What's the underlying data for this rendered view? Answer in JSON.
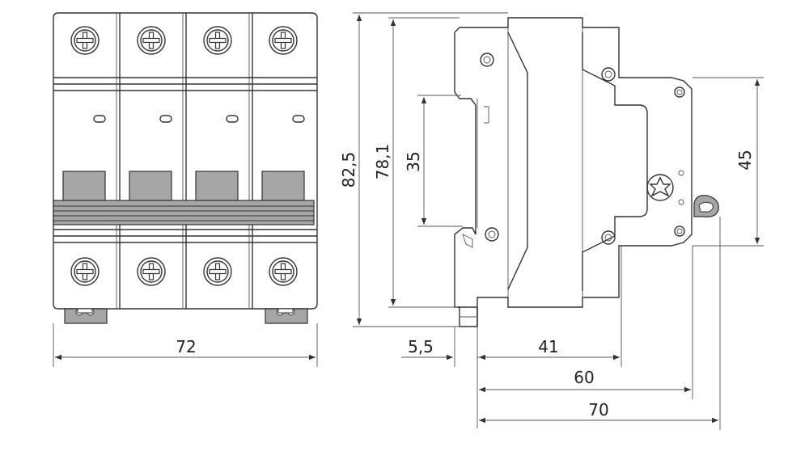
{
  "dimensions": {
    "width_front": "72",
    "height_total": "82,5",
    "height_body": "78,1",
    "height_rail": "35",
    "height_terminal": "45",
    "depth_offset": "5,5",
    "depth_front": "41",
    "depth_body": "60",
    "depth_total": "70"
  },
  "colors": {
    "line": "#333333",
    "fill_gray": "#a6a6a6",
    "fill_light": "#f2f2f2"
  },
  "poles": 4
}
